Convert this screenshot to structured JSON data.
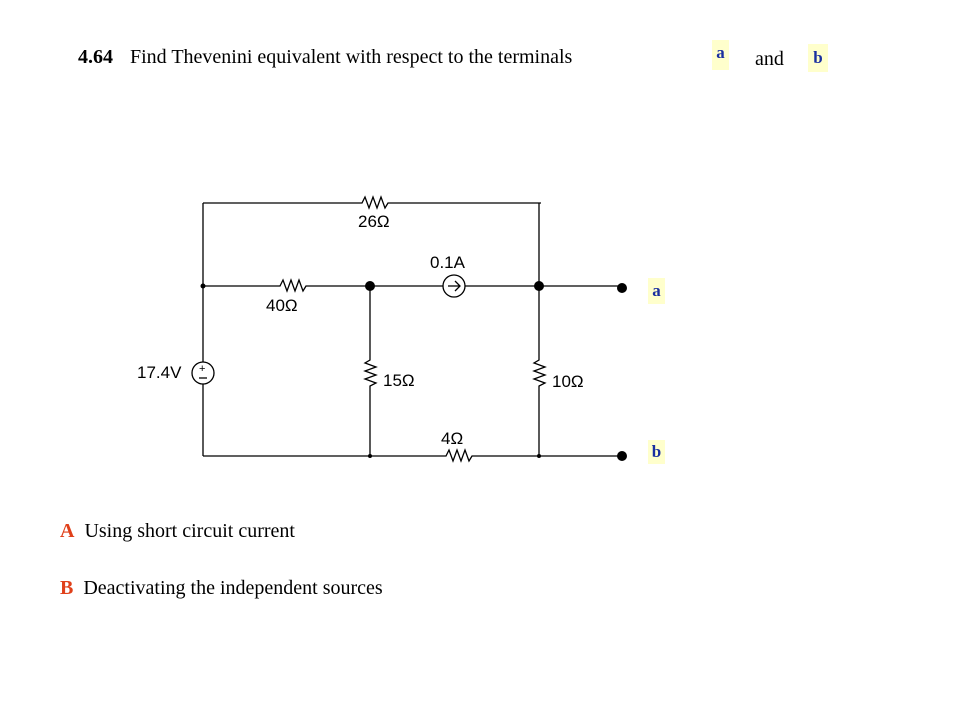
{
  "problem": {
    "number": "4.64",
    "text": "Find Thevenini equivalent with respect to the terminals",
    "and_word": "and",
    "terminal_a": "a",
    "terminal_b": "b"
  },
  "circuit": {
    "r_top": "26Ω",
    "r_left": "40Ω",
    "r_mid": "15Ω",
    "r_right": "10Ω",
    "r_bottom": "4Ω",
    "source_v": "17.4V",
    "source_i": "0.1A",
    "label_a": "a",
    "label_b": "b"
  },
  "options": [
    {
      "letter": "A",
      "text": "Using short circuit current"
    },
    {
      "letter": "B",
      "text": "Deactivating the independent sources"
    }
  ],
  "colors": {
    "accent": "#e0401a",
    "tag_bg": "#ffffcc",
    "tag_text": "#1a2fa0"
  }
}
